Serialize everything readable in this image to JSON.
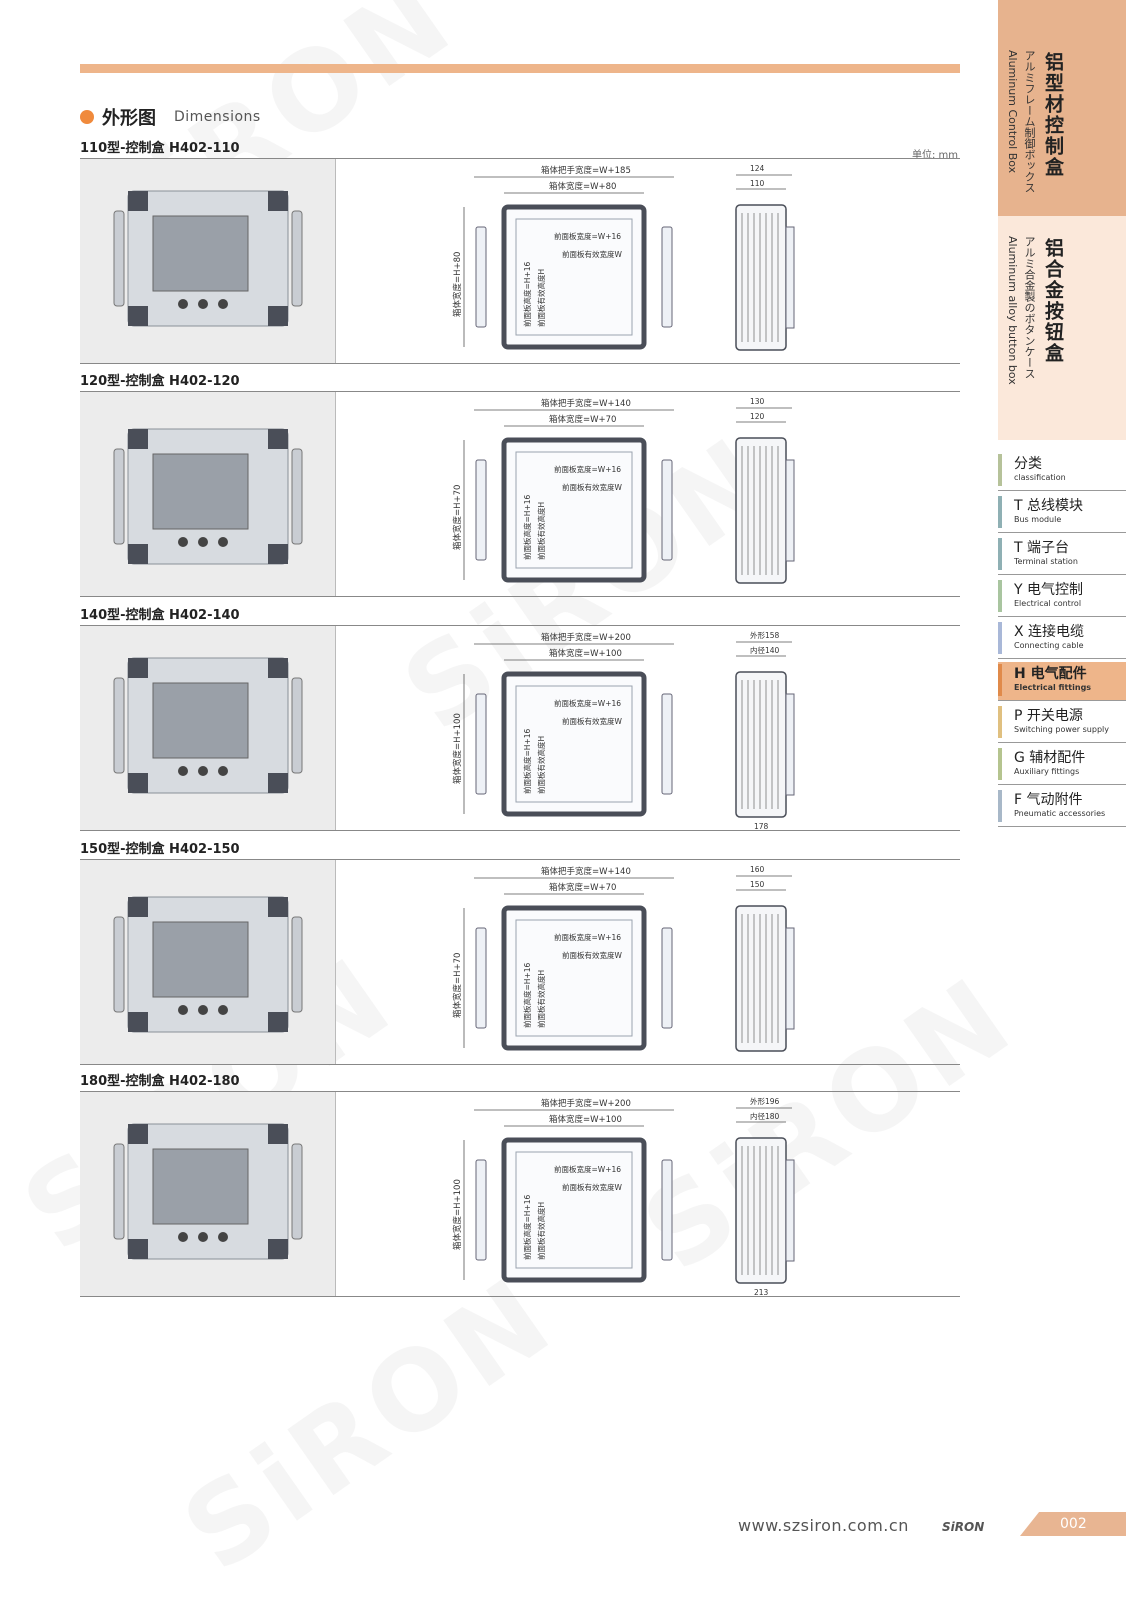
{
  "header": {
    "title_zh": "外形图",
    "title_en": "Dimensions",
    "unit_label": "单位: mm"
  },
  "sidebar": {
    "tab1": {
      "zh": "铝型材控制盒",
      "ja": "アルミフレーム制御ボックス",
      "en": "Aluminum Control Box"
    },
    "tab2": {
      "zh": "铝合金按钮盒",
      "ja": "アルミ合金製のボタンケース",
      "en": "Aluminum alloy button box"
    },
    "nav": [
      {
        "zh": "分类",
        "en": "classification",
        "color": "#b6c29a"
      },
      {
        "zh": "T 总线模块",
        "en": "Bus module",
        "color": "#8fb0b4"
      },
      {
        "zh": "T 端子台",
        "en": "Terminal station",
        "color": "#8fb0b4"
      },
      {
        "zh": "Y 电气控制",
        "en": "Electrical control",
        "color": "#a9c5a0"
      },
      {
        "zh": "X 连接电缆",
        "en": "Connecting cable",
        "color": "#a9b8d8"
      },
      {
        "zh": "H 电气配件",
        "en": "Electrical fittings",
        "color": "#e08a4a"
      },
      {
        "zh": "P 开关电源",
        "en": "Switching power supply",
        "color": "#e0c080"
      },
      {
        "zh": "G 辅材配件",
        "en": "Auxiliary fittings",
        "color": "#b5c48f"
      },
      {
        "zh": "F 气动附件",
        "en": "Pneumatic accessories",
        "color": "#a8b8c8"
      }
    ]
  },
  "sections": [
    {
      "label": "110型-控制盒  H402-110",
      "handle_width": "箱体把手宽度=W+185",
      "box_width": "箱体宽度=W+80",
      "box_height": "箱体宽度=H+80",
      "panel_w": "前面板宽度=W+16",
      "panel_eff_w": "前面板有效宽度W",
      "panel_h": "前面板高度=H+16",
      "panel_eff_h": "前面板有效高度H",
      "side_outer": "124",
      "side_inner": "110",
      "side_bottom": ""
    },
    {
      "label": "120型-控制盒  H402-120",
      "handle_width": "箱体把手宽度=W+140",
      "box_width": "箱体宽度=W+70",
      "box_height": "箱体宽度=H+70",
      "panel_w": "前面板宽度=W+16",
      "panel_eff_w": "前面板有效宽度W",
      "panel_h": "前面板高度=H+16",
      "panel_eff_h": "前面板有效高度H",
      "side_outer": "130",
      "side_inner": "120",
      "side_bottom": ""
    },
    {
      "label": "140型-控制盒  H402-140",
      "handle_width": "箱体把手宽度=W+200",
      "box_width": "箱体宽度=W+100",
      "box_height": "箱体宽度=H+100",
      "panel_w": "前面板宽度=W+16",
      "panel_eff_w": "前面板有效宽度W",
      "panel_h": "前面板高度=H+16",
      "panel_eff_h": "前面板有效高度H",
      "side_outer": "外形158",
      "side_inner": "内径140",
      "side_bottom": "178"
    },
    {
      "label": "150型-控制盒  H402-150",
      "handle_width": "箱体把手宽度=W+140",
      "box_width": "箱体宽度=W+70",
      "box_height": "箱体宽度=H+70",
      "panel_w": "前面板宽度=W+16",
      "panel_eff_w": "前面板有效宽度W",
      "panel_h": "前面板高度=H+16",
      "panel_eff_h": "前面板有效高度H",
      "side_outer": "160",
      "side_inner": "150",
      "side_bottom": ""
    },
    {
      "label": "180型-控制盒  H402-180",
      "handle_width": "箱体把手宽度=W+200",
      "box_width": "箱体宽度=W+100",
      "box_height": "箱体宽度=H+100",
      "panel_w": "前面板宽度=W+16",
      "panel_eff_w": "前面板有效宽度W",
      "panel_h": "前面板高度=H+16",
      "panel_eff_h": "前面板有效高度H",
      "side_outer": "外形196",
      "side_inner": "内径180",
      "side_bottom": "213"
    }
  ],
  "footer": {
    "url": "www.szsiron.com.cn",
    "brand": "SiRON",
    "page": "002"
  },
  "colors": {
    "accent": "#eeb58a",
    "accent_dark": "#f08a3c",
    "frame": "#4a4e58",
    "bar": "#cfd6e0"
  }
}
